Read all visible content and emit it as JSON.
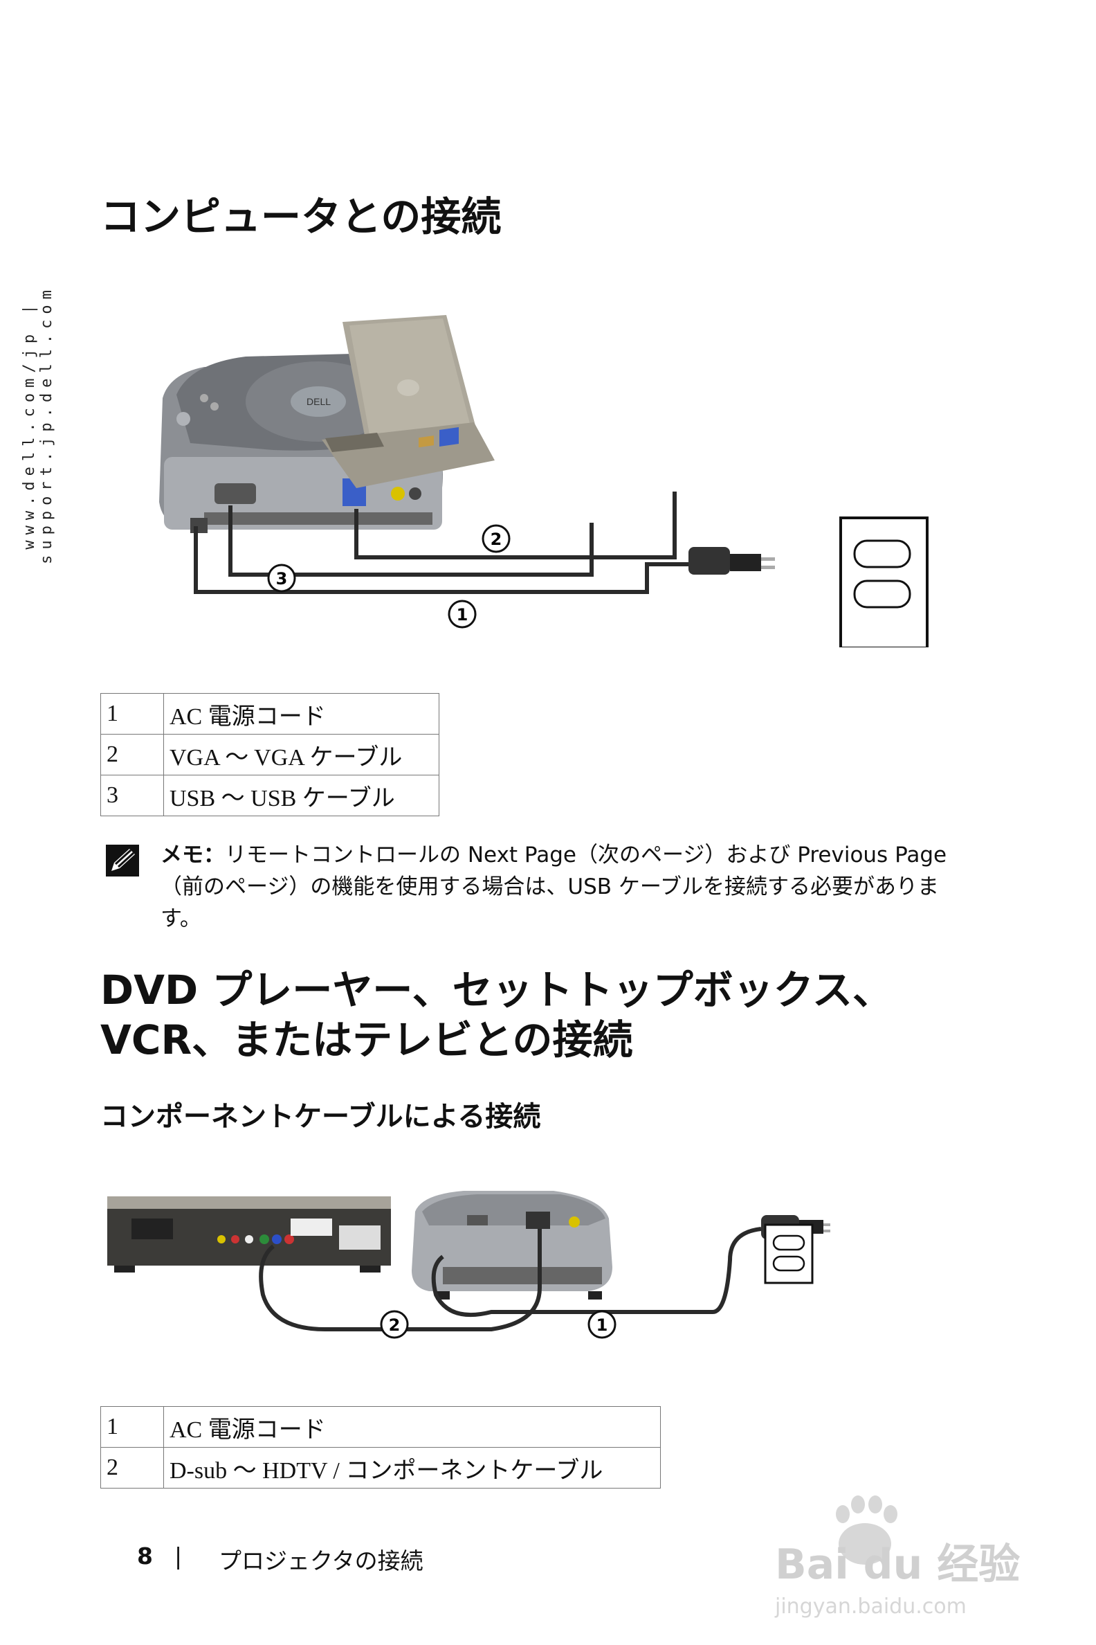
{
  "sidebar": {
    "url": "www.dell.com/jp | support.jp.dell.com"
  },
  "section1": {
    "title": "コンピュータとの接続",
    "figure_callouts": [
      "1",
      "2",
      "3"
    ],
    "legend": [
      {
        "num": "1",
        "label": "AC 電源コード"
      },
      {
        "num": "2",
        "label": "VGA ～ VGA ケーブル"
      },
      {
        "num": "3",
        "label": "USB ～ USB ケーブル"
      }
    ],
    "note": {
      "label": "メモ：",
      "text": "リモートコントロールの Next Page（次のページ）および Previous Page （前のページ）の機能を使用する場合は、USB ケーブルを接続する必要があります。"
    }
  },
  "section2": {
    "title_line1": "DVD プレーヤー、セットトップボックス、",
    "title_line2": "VCR、またはテレビとの接続",
    "subtitle": "コンポーネントケーブルによる接続",
    "figure_callouts": [
      "2",
      "1"
    ],
    "legend": [
      {
        "num": "1",
        "label": "AC 電源コード"
      },
      {
        "num": "2",
        "label": "D-sub ～ HDTV / コンポーネントケーブル"
      }
    ]
  },
  "footer": {
    "page_number": "8",
    "separator": "|",
    "section": "プロジェクタの接続"
  },
  "watermark": {
    "brand": "Bai du 经验",
    "url": "jingyan.baidu.com"
  },
  "colors": {
    "cable": "#2a2a2a",
    "vga_blue": "#3a5fc8",
    "projector_gray": "#8a8d92",
    "laptop_beige": "#b9b4a6"
  }
}
